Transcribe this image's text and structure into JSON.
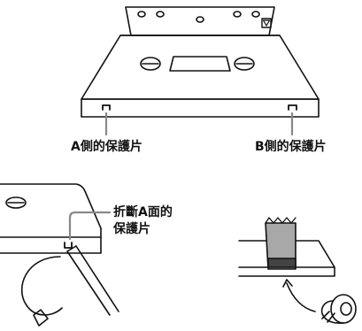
{
  "labels": {
    "side_a_tab": "A側的保護片",
    "side_b_tab": "B側的保護片",
    "break_line1": "折斷A面的",
    "break_line2": "保護片"
  },
  "colors": {
    "line": "#111111",
    "leader": "#888888",
    "tape": "#a8a8a8",
    "tape_band": "#444444",
    "background": "#ffffff"
  }
}
